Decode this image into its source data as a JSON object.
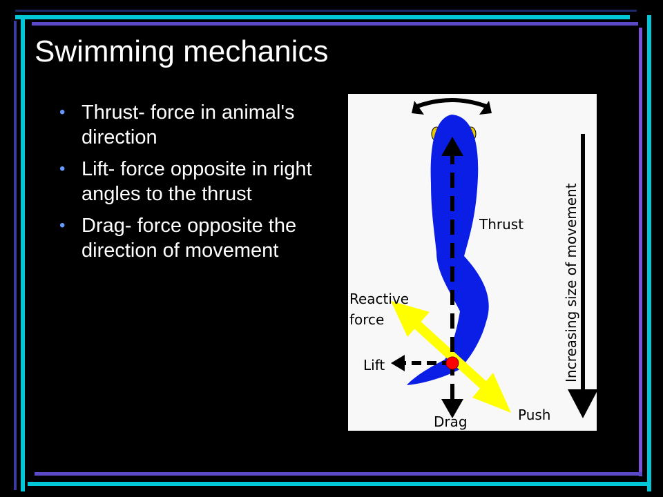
{
  "slide": {
    "title": "Swimming mechanics",
    "bullets": [
      {
        "text": "Thrust- force in animal's direction"
      },
      {
        "text": "Lift- force opposite in right angles to the thrust"
      },
      {
        "text": "Drag- force opposite the direction of movement"
      }
    ]
  },
  "diagram": {
    "labels": {
      "thrust": "Thrust",
      "reactive_line1": "Reactive",
      "reactive_line2": "force",
      "lift": "Lift",
      "drag": "Drag",
      "push": "Push",
      "side": "Increasing size of movement"
    }
  },
  "colors": {
    "background": "#000000",
    "accent_cyan": "#00c8d8",
    "accent_purple": "#6a4fd0",
    "bullet": "#6699ff",
    "fish": "#0a1ee6",
    "force_arrow": "#ffff00",
    "pivot": "#ff0000"
  }
}
